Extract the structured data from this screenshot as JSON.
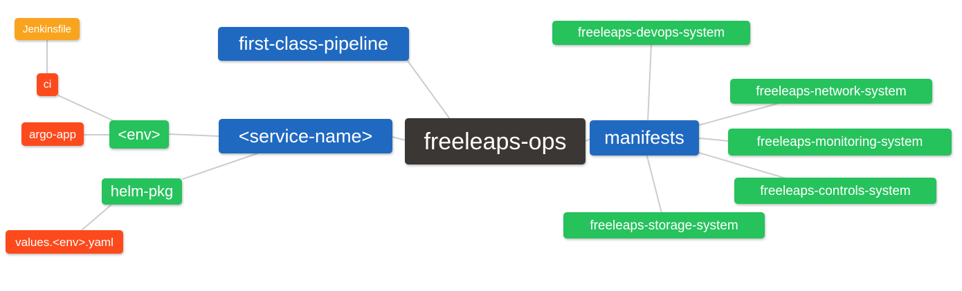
{
  "palette": {
    "blue": "#2069c0",
    "green": "#26c25c",
    "red": "#fc4a1c",
    "orange": "#f9a41f",
    "dark": "#3b3735",
    "edge_line": "#cccccc",
    "node_text": "#ffffff",
    "background": "#ffffff"
  },
  "nodes": [
    {
      "id": "jenkinsfile",
      "label": "Jenkinsfile",
      "color": "orange"
    },
    {
      "id": "ci",
      "label": "ci",
      "color": "red"
    },
    {
      "id": "argo-app",
      "label": "argo-app",
      "color": "red"
    },
    {
      "id": "env",
      "label": "<env>",
      "color": "green"
    },
    {
      "id": "helm-pkg",
      "label": "helm-pkg",
      "color": "green"
    },
    {
      "id": "values-env-yaml",
      "label": "values.<env>.yaml",
      "color": "red"
    },
    {
      "id": "first-class-pipeline",
      "label": "first-class-pipeline",
      "color": "blue"
    },
    {
      "id": "service-name",
      "label": "<service-name>",
      "color": "blue"
    },
    {
      "id": "freeleaps-ops",
      "label": "freeleaps-ops",
      "color": "dark"
    },
    {
      "id": "manifests",
      "label": "manifests",
      "color": "blue"
    },
    {
      "id": "freeleaps-devops-system",
      "label": "freeleaps-devops-system",
      "color": "green"
    },
    {
      "id": "freeleaps-network-system",
      "label": "freeleaps-network-system",
      "color": "green"
    },
    {
      "id": "freeleaps-monitoring-system",
      "label": "freeleaps-monitoring-system",
      "color": "green"
    },
    {
      "id": "freeleaps-controls-system",
      "label": "freeleaps-controls-system",
      "color": "green"
    },
    {
      "id": "freeleaps-storage-system",
      "label": "freeleaps-storage-system",
      "color": "green"
    }
  ],
  "edges": [
    {
      "from": "jenkinsfile",
      "to": "ci"
    },
    {
      "from": "ci",
      "to": "env"
    },
    {
      "from": "argo-app",
      "to": "env"
    },
    {
      "from": "env",
      "to": "service-name"
    },
    {
      "from": "helm-pkg",
      "to": "service-name"
    },
    {
      "from": "values-env-yaml",
      "to": "helm-pkg"
    },
    {
      "from": "first-class-pipeline",
      "to": "freeleaps-ops"
    },
    {
      "from": "service-name",
      "to": "freeleaps-ops"
    },
    {
      "from": "freeleaps-ops",
      "to": "manifests"
    },
    {
      "from": "manifests",
      "to": "freeleaps-devops-system"
    },
    {
      "from": "manifests",
      "to": "freeleaps-network-system"
    },
    {
      "from": "manifests",
      "to": "freeleaps-monitoring-system"
    },
    {
      "from": "manifests",
      "to": "freeleaps-controls-system"
    },
    {
      "from": "manifests",
      "to": "freeleaps-storage-system"
    }
  ]
}
